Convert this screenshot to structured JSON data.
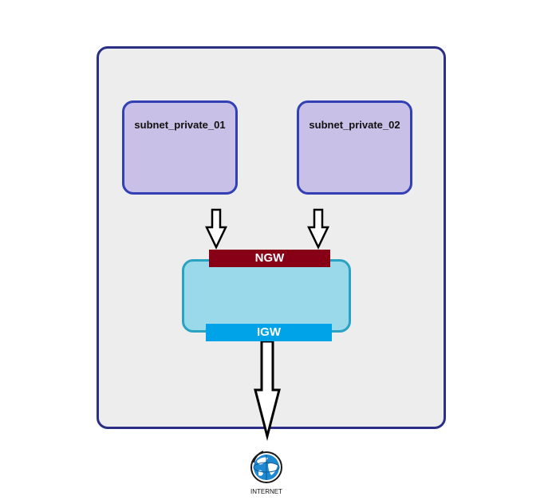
{
  "diagram": {
    "subnets": [
      {
        "label": "subnet_private_01"
      },
      {
        "label": "subnet_private_02"
      }
    ],
    "gateways": {
      "ngw_label": "NGW",
      "igw_label": "IGW"
    },
    "internet": {
      "label": "INTERNET",
      "icon": "globe-icon"
    },
    "colors": {
      "vpc_fill": "#ededed",
      "vpc_border": "#2b2f86",
      "subnet_fill": "#c8c0e6",
      "subnet_border": "#3340b4",
      "gateway_box_fill": "#99d9ea",
      "ngw_bar": "#880015",
      "igw_bar": "#00a2e8",
      "globe": "#1e88d0"
    }
  }
}
